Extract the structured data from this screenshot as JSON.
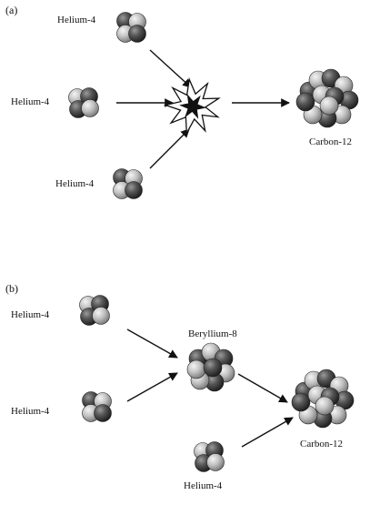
{
  "panel_a": {
    "tag": "(a)",
    "inputs": [
      "Helium-4",
      "Helium-4",
      "Helium-4"
    ],
    "product": "Carbon-12"
  },
  "panel_b": {
    "tag": "(b)",
    "inputs": [
      "Helium-4",
      "Helium-4"
    ],
    "intermediate": "Beryllium-8",
    "third_input": "Helium-4",
    "product": "Carbon-12"
  },
  "colors": {
    "proton": "#4a4a4a",
    "neutron": "#c4c4c4",
    "arrow": "#111111",
    "burst_fill": "#ffffff",
    "burst_core": "#111111"
  }
}
